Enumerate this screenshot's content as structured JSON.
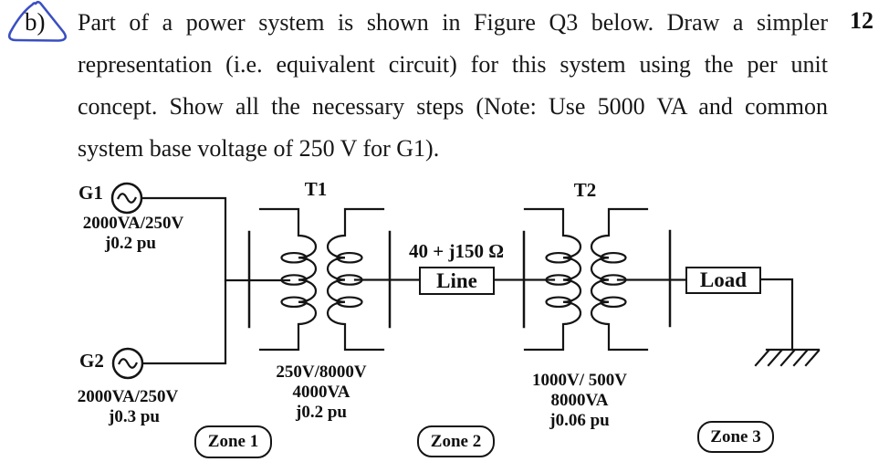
{
  "question": {
    "part_label": "b)",
    "marks": "12",
    "lines": [
      "Part of a power system is shown in Figure Q3 below. Draw a simpler",
      "representation (i.e. equivalent circuit) for this system using the per unit",
      "concept. Show all the necessary steps (Note: Use 5000 VA and common",
      "system base voltage of 250 V for G1)."
    ]
  },
  "diagram": {
    "generators": [
      {
        "name": "G1",
        "rating": "2000VA/250V",
        "impedance": "j0.2 pu"
      },
      {
        "name": "G2",
        "rating": "2000VA/250V",
        "impedance": "j0.3 pu"
      }
    ],
    "transformers": [
      {
        "name": "T1",
        "voltage": "250V/8000V",
        "rating": "4000VA",
        "impedance": "j0.2 pu"
      },
      {
        "name": "T2",
        "voltage": "1000V/ 500V",
        "rating": "8000VA",
        "impedance": "j0.06 pu"
      }
    ],
    "line": {
      "label": "Line",
      "impedance": "40 + j150 Ω"
    },
    "load": {
      "label": "Load"
    },
    "zones": [
      "Zone 1",
      "Zone 2",
      "Zone 3"
    ]
  },
  "colors": {
    "ink": "#141414",
    "annotation_blue": "#3a4fc1"
  }
}
